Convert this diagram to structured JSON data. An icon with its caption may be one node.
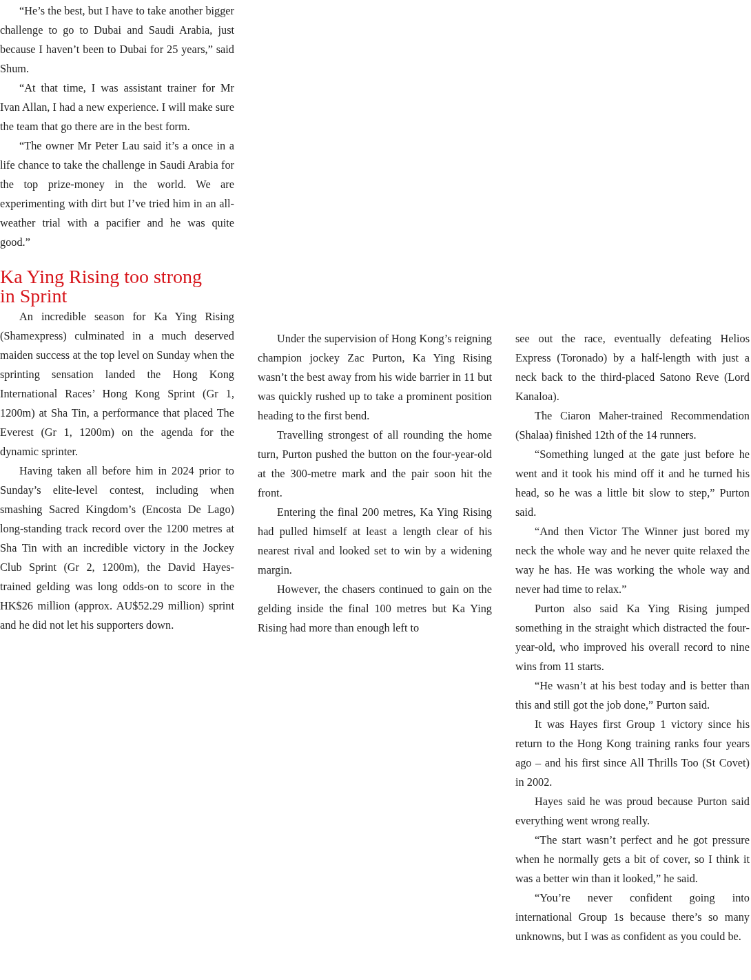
{
  "diagram": {
    "title": "Ka Ying Rising too strong in Sprint",
    "labels": [
      "“He’s the best, but I have to take another bigger challenge to go to Dubai and Saudi Arabia, just because I haven’t been to Dubai for 25 years,” said Shum.",
      "“At that time, I was assistant trainer for Mr Ivan Allan, I had a new experience. I will make sure the team that go there are in the best form.",
      "“The owner Mr Peter Lau said it’s a once in a life chance to take the challenge in Saudi Arabia for the top prize-money in the world. We are experimenting with dirt but I’ve tried him in an all-weather trial with a pacifier and he was quite good.”",
      "An incredible season for Ka Ying Rising (Shamexpress) culminated in a much deserved maiden success at the top level on Sunday when the sprinting sensation landed the Hong Kong International Races’ Hong Kong Sprint (Gr 1, 1200m) at Sha Tin, a performance that placed The Everest (Gr 1, 1200m) on the agenda for the dynamic sprinter.",
      "Having taken all before him in 2024 prior to Sunday’s elite-level contest, including when smashing Sacred Kingdom’s (Encosta De Lago) long-standing track record over the 1200 metres at Sha Tin with an incredible victory in the Jockey Club Sprint (Gr 2, 1200m), the David Hayes-trained gelding was long odds-on to score in the HK$26 million (approx. AU$52.29 million) sprint and he did not let his supporters down.",
      "Under the supervision of Hong Kong’s reigning champion jockey Zac Purton, Ka Ying Rising wasn’t the best away from his wide barrier in 11 but was quickly rushed up to take a prominent position heading to the first bend.",
      "Travelling strongest of all rounding the home turn, Purton pushed the button on the four-year-old at the 300-metre mark and the pair soon hit the front.",
      "Entering the final 200 metres, Ka Ying Rising had pulled himself at least a length clear of his nearest rival and looked set to win by a widening margin.",
      "However, the chasers continued to gain on the gelding inside the final 100 metres but Ka Ying Rising had more than enough left to",
      "see out the race, eventually defeating Helios Express (Toronado) by a half-length with just a neck back to the third-placed Satono Reve (Lord Kanaloa).",
      "The Ciaron Maher-trained Recommendation (Shalaa) finished 12th of the 14 runners.",
      "“Something lunged at the gate just before he went and it took his mind off it and he turned his head, so he was a little bit slow to step,” Purton said.",
      "“And then Victor The Winner just bored my neck the whole way and he never quite relaxed the way he has. He was working the whole way and never had time to relax.”",
      "Purton also said Ka Ying Rising jumped something in the straight which distracted the four-year-old, who improved his overall record to nine wins from 11 starts.",
      "“He wasn’t at his best today and is better than this and still got the job done,” Purton said.",
      "It was Hayes first Group 1 victory since his return to the Hong Kong training ranks four years ago – and his first since All Thrills Too (St Covet) in 2002.",
      "Hayes said he was proud because Purton said everything went wrong really.",
      "“The start wasn’t perfect and he got pressure when he normally gets a bit of cover, so I think it was a better win than it looked,” he said.",
      "“You’re never confident going into international Group 1s because there’s so many unknowns, but I was as confident as you could be."
    ]
  }
}
